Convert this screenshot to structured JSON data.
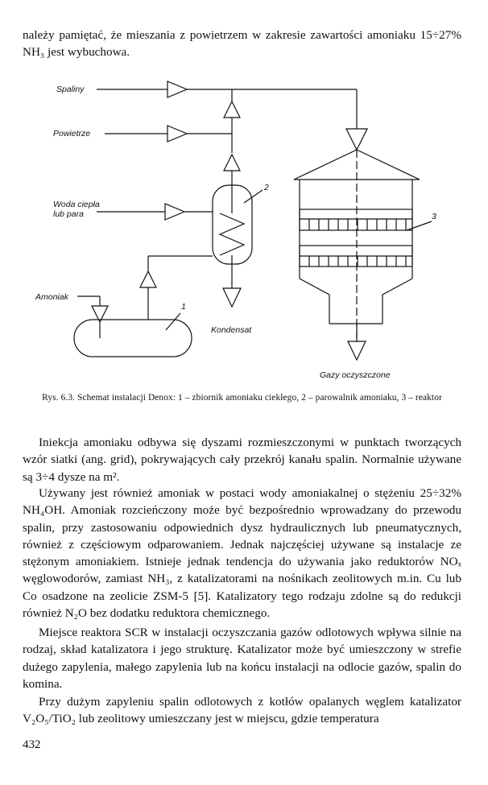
{
  "page": {
    "top_paragraph": "należy pamiętać, że mieszania z powietrzem w zakresie zawartości amoniaku 15÷27% NH₃ jest wybuchowa.",
    "figure": {
      "labels": {
        "spaliny": "Spaliny",
        "powietrze": "Powietrze",
        "woda_line1": "Woda ciepła",
        "woda_line2": "lub para",
        "amoniak": "Amoniak",
        "kondensat": "Kondensat",
        "gazy": "Gazy oczyszczone"
      },
      "numbers": {
        "n1": "1",
        "n2": "2",
        "n3": "3"
      },
      "caption": "Rys. 6.3. Schemat instalacji Denox: 1 – zbiornik amoniaku ciekłego, 2 – parowalnik amoniaku, 3 – reaktor"
    },
    "paragraphs": [
      "Iniekcja amoniaku odbywa się dyszami rozmieszczonymi w punktach tworzących wzór siatki (ang. grid), pokrywających cały przekrój kanału spalin. Normalnie używane są 3÷4 dysze na m².",
      "Używany jest również amoniak w postaci wody amoniakalnej o stężeniu 25÷32% NH₄OH. Amoniak rozcieńczony może być bezpośrednio wprowadzany do przewodu spalin, przy zastosowaniu odpowiednich dysz hydraulicznych lub pneumatycznych, również z częściowym odparowaniem. Jednak najczęściej używane są instalacje ze stężonym amoniakiem. Istnieje jednak tendencja do używania jako reduktorów NOₓ węglowodorów, zamiast NH₃, z katalizatorami na nośnikach zeolitowych m.in. Cu lub Co osadzone na zeolicie ZSM-5 [5]. Katalizatory tego rodzaju zdolne są do redukcji również N₂O bez dodatku reduktora chemicznego.",
      "Miejsce reaktora SCR w instalacji oczyszczania gazów odlotowych wpływa silnie na rodzaj, skład katalizatora i jego strukturę. Katalizator może być umieszczony w strefie dużego zapylenia, małego zapylenia lub na końcu instalacji na odlocie gazów, spalin do komina.",
      "Przy dużym zapyleniu spalin odlotowych z kotłów opalanych węglem katalizator V₂O₅/TiO₂ lub zeolitowy umieszczany jest w miejscu, gdzie temperatura"
    ],
    "page_number": "432"
  }
}
